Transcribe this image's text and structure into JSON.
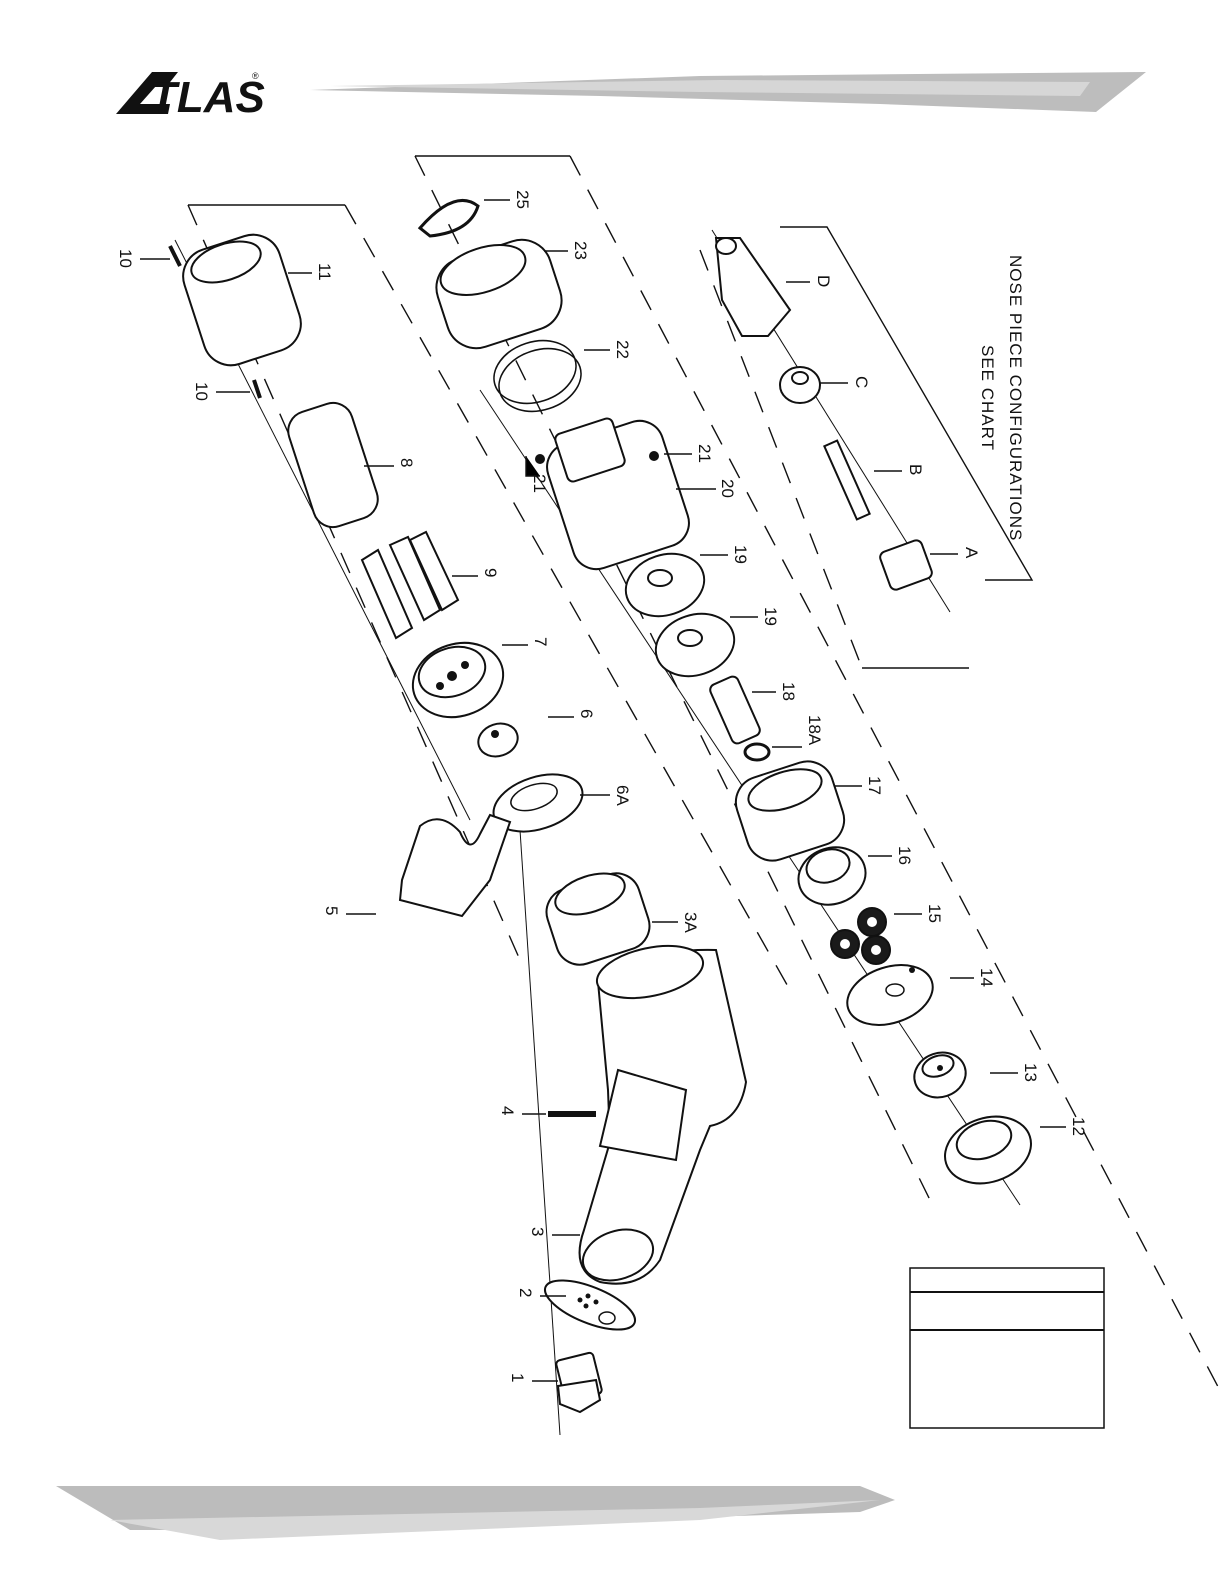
{
  "brand": {
    "logo_text": "TLAS",
    "registered_mark": "®"
  },
  "nose_piece": {
    "line1": "NOSE PIECE CONFIGURATIONS",
    "line2": "SEE CHART"
  },
  "callouts": {
    "c1": "1",
    "c2": "2",
    "c3": "3",
    "c3a": "3A",
    "c4": "4",
    "c5": "5",
    "c6": "6",
    "c6a": "6A",
    "c7": "7",
    "c8": "8",
    "c9": "9",
    "c10a": "10",
    "c10b": "10",
    "c11": "11",
    "c12": "12",
    "c13": "13",
    "c14": "14",
    "c15": "15",
    "c16": "16",
    "c17": "17",
    "c18": "18",
    "c18a": "18A",
    "c19a": "19",
    "c19b": "19",
    "c20": "20",
    "c21a": "21",
    "c21b": "21",
    "c22": "22",
    "c23": "23",
    "c25": "25",
    "ca": "A",
    "cb": "B",
    "cc": "C",
    "cd": "D"
  },
  "colors": {
    "ink": "#111111",
    "swoosh_gray": "#b9b9b9",
    "swoosh_light": "#dcdcdc"
  }
}
